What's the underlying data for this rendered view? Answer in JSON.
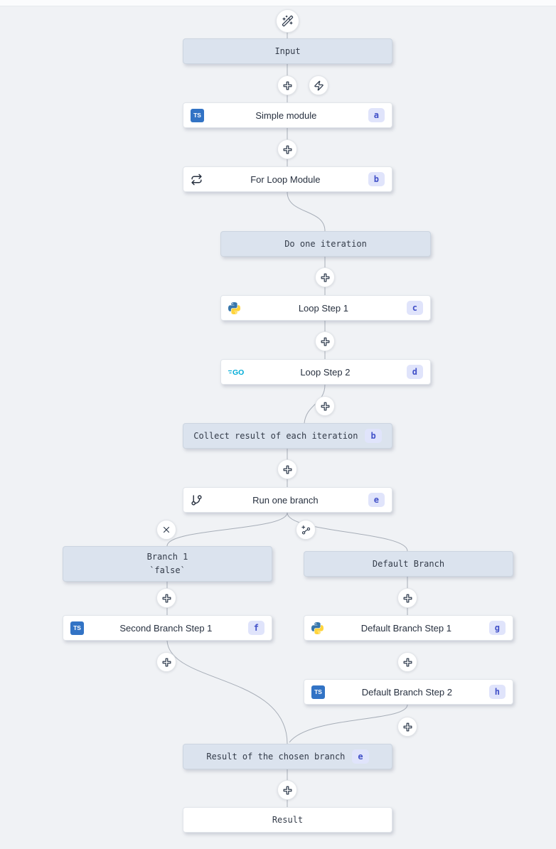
{
  "colors": {
    "canvas_bg": "#f0f2f5",
    "virtual_node_bg": "#dbe3ee",
    "module_node_bg": "#ffffff",
    "edge": "#a7aeb8",
    "badge_bg": "#e0e4fb",
    "badge_text": "#4150c8",
    "typescript_blue": "#3273c5",
    "python_blue": "#3776ab",
    "python_yellow": "#ffd43b",
    "go_cyan": "#00acd7"
  },
  "nodes": {
    "input": {
      "label": "Input"
    },
    "simple_module": {
      "label": "Simple module",
      "badge": "a",
      "language": "typescript"
    },
    "for_loop_module": {
      "label": "For Loop Module",
      "badge": "b"
    },
    "do_one_iteration": {
      "label": "Do one iteration"
    },
    "loop_step_1": {
      "label": "Loop Step 1",
      "badge": "c",
      "language": "python"
    },
    "loop_step_2": {
      "label": "Loop Step 2",
      "badge": "d",
      "language": "go"
    },
    "collect_result": {
      "label": "Collect result of each iteration",
      "badge": "b"
    },
    "run_one_branch": {
      "label": "Run one branch",
      "badge": "e"
    },
    "branch_1": {
      "label": "Branch 1",
      "sublabel": "`false`"
    },
    "default_branch": {
      "label": "Default Branch"
    },
    "second_branch_step_1": {
      "label": "Second Branch Step 1",
      "badge": "f",
      "language": "typescript"
    },
    "default_branch_step_1": {
      "label": "Default Branch Step 1",
      "badge": "g",
      "language": "python"
    },
    "default_branch_step_2": {
      "label": "Default Branch Step 2",
      "badge": "h",
      "language": "typescript"
    },
    "result_of_chosen_branch": {
      "label": "Result of the chosen branch",
      "badge": "e"
    },
    "result": {
      "label": "Result"
    }
  },
  "icons": {
    "ts_text": "TS",
    "go_text": "GO",
    "wand_sparkles": "ai-flow-builder",
    "zap": "trigger",
    "plus": "insert-step",
    "x": "remove-branch",
    "git_branch_plus": "add-branch",
    "repeat": "for-loop",
    "git_branch": "run-one-branch"
  }
}
